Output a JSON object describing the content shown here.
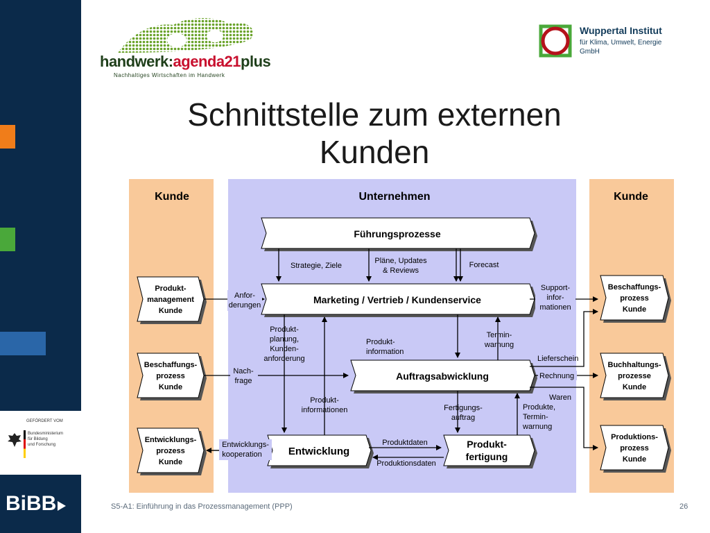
{
  "header": {
    "logo_left": {
      "prefix": "handwerk:",
      "brand": "agenda21",
      "suffix": "plus",
      "tagline": "Nachhaltiges Wirtschaften im Handwerk"
    },
    "logo_right": {
      "line1": "Wuppertal Institut",
      "line2": "für Klima, Umwelt, Energie",
      "line3": "GmbH"
    }
  },
  "title": {
    "line1": "Schnittstelle zum externen",
    "line2": "Kunden"
  },
  "sidebar": {
    "funder": {
      "label": "GEFÖRDERT VOM",
      "line1": "Bundesministerium",
      "line2": "für Bildung",
      "line3": "und Forschung"
    },
    "bibb": "BiBB"
  },
  "diagram": {
    "columns": {
      "left": "Kunde",
      "center": "Unternehmen",
      "right": "Kunde"
    },
    "left_boxes": [
      {
        "l1": "Produkt-",
        "l2": "management",
        "l3": "Kunde"
      },
      {
        "l1": "Beschaffungs-",
        "l2": "prozess",
        "l3": "Kunde"
      },
      {
        "l1": "Entwicklungs-",
        "l2": "prozess",
        "l3": "Kunde"
      }
    ],
    "right_boxes": [
      {
        "l1": "Beschaffungs-",
        "l2": "prozess",
        "l3": "Kunde"
      },
      {
        "l1": "Buchhaltungs-",
        "l2": "prozesse",
        "l3": "Kunde"
      },
      {
        "l1": "Produktions-",
        "l2": "prozess",
        "l3": "Kunde"
      }
    ],
    "processes": {
      "fuehrung": "Führungsprozesse",
      "marketing": "Marketing / Vertrieb / Kundenservice",
      "auftrag": "Auftragsabwicklung",
      "entwicklung": "Entwicklung",
      "produktion_l1": "Produkt-",
      "produktion_l2": "fertigung"
    },
    "labels": {
      "strategie": "Strategie, Ziele",
      "plaene_l1": "Pläne, Updates",
      "plaene_l2": "& Reviews",
      "forecast": "Forecast",
      "anfor_l1": "Anfor-",
      "anfor_l2": "derungen",
      "support_l1": "Support-",
      "support_l2": "infor-",
      "support_l3": "mationen",
      "pp_l1": "Produkt-",
      "pp_l2": "planung,",
      "pp_l3": "Kunden-",
      "pp_l4": "anforderung",
      "pi_l1": "Produkt-",
      "pi_l2": "information",
      "termin_l1": "Termin-",
      "termin_l2": "warnung",
      "lieferschein": "Lieferschein",
      "rechnung": "Rechnung",
      "nachfrage_l1": "Nach-",
      "nachfrage_l2": "frage",
      "pinfos_l1": "Produkt-",
      "pinfos_l2": "informationen",
      "fa_l1": "Fertigungs-",
      "fa_l2": "auftrag",
      "waren": "Waren",
      "ptw_l1": "Produkte,",
      "ptw_l2": "Termin-",
      "ptw_l3": "warnung",
      "ek_l1": "Entwicklungs-",
      "ek_l2": "kooperation",
      "produktdaten": "Produktdaten",
      "produktionsdaten": "Produktionsdaten"
    }
  },
  "footer": {
    "text": "S5-A1: Einführung in das Prozessmanagement (PPP)",
    "page": "26"
  },
  "colors": {
    "sidebar": "#0b2a4a",
    "kunde_panel": "#f9c99a",
    "unternehmen_panel": "#c9c9f6",
    "title": "#1a1a1a"
  }
}
